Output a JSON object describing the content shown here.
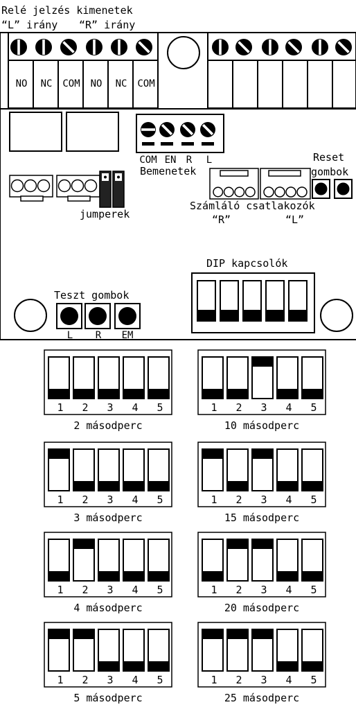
{
  "top_labels": {
    "relay_title": "Relé jelzés kimenetek",
    "l_direction": "“L” irány",
    "r_direction": "“R” irány"
  },
  "relay_terminals": [
    "NO",
    "NC",
    "COM",
    "NO",
    "NC",
    "COM"
  ],
  "inputs": {
    "terminals": [
      "COM",
      "EN",
      "R",
      "L"
    ],
    "caption": "Bemenetek"
  },
  "reset": {
    "line1": "Reset",
    "line2": "gombok"
  },
  "counter": {
    "caption": "Számláló csatlakozók",
    "r_label": "“R”",
    "l_label": "“L”"
  },
  "jumpers_label": "jumperek",
  "dip_label": "DIP kapcsolók",
  "test": {
    "caption": "Teszt gombok",
    "buttons": [
      "L",
      "R",
      "EM"
    ]
  },
  "dip_settings": [
    {
      "caption": "2 másodperc",
      "switches": [
        0,
        0,
        0,
        0,
        0
      ]
    },
    {
      "caption": "10 másodperc",
      "switches": [
        0,
        0,
        1,
        0,
        0
      ]
    },
    {
      "caption": "3 másodperc",
      "switches": [
        1,
        0,
        0,
        0,
        0
      ]
    },
    {
      "caption": "15 másodperc",
      "switches": [
        1,
        0,
        1,
        0,
        0
      ]
    },
    {
      "caption": "4 másodperc",
      "switches": [
        0,
        1,
        0,
        0,
        0
      ]
    },
    {
      "caption": "20 másodperc",
      "switches": [
        0,
        1,
        1,
        0,
        0
      ]
    },
    {
      "caption": "5 másodperc",
      "switches": [
        1,
        1,
        0,
        0,
        0
      ]
    },
    {
      "caption": "25 másodperc",
      "switches": [
        1,
        1,
        1,
        0,
        0
      ]
    }
  ],
  "switch_numbers": [
    "1",
    "2",
    "3",
    "4",
    "5"
  ]
}
